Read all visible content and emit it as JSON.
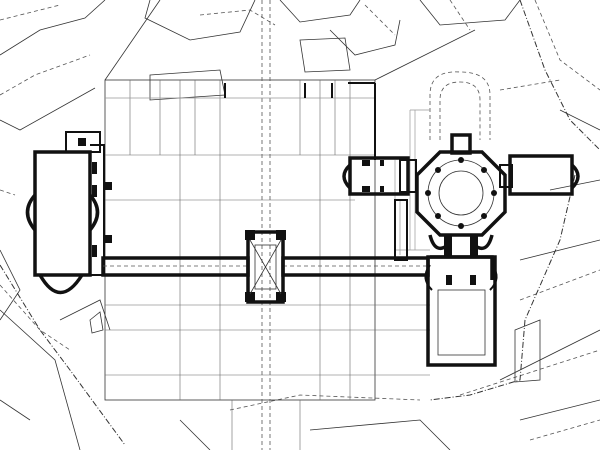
{
  "figure": {
    "elements": [
      "west-basilica",
      "covered-corridor",
      "central-gatehouse",
      "north-forecourt",
      "octagonal-rotunda",
      "rotunda-west-annex",
      "rotunda-east-annex",
      "apsed-chapel",
      "south-basilica",
      "site-boundary"
    ],
    "colors": {
      "ink": "#111111",
      "paper": "#ffffff",
      "grid": "#666666"
    }
  }
}
